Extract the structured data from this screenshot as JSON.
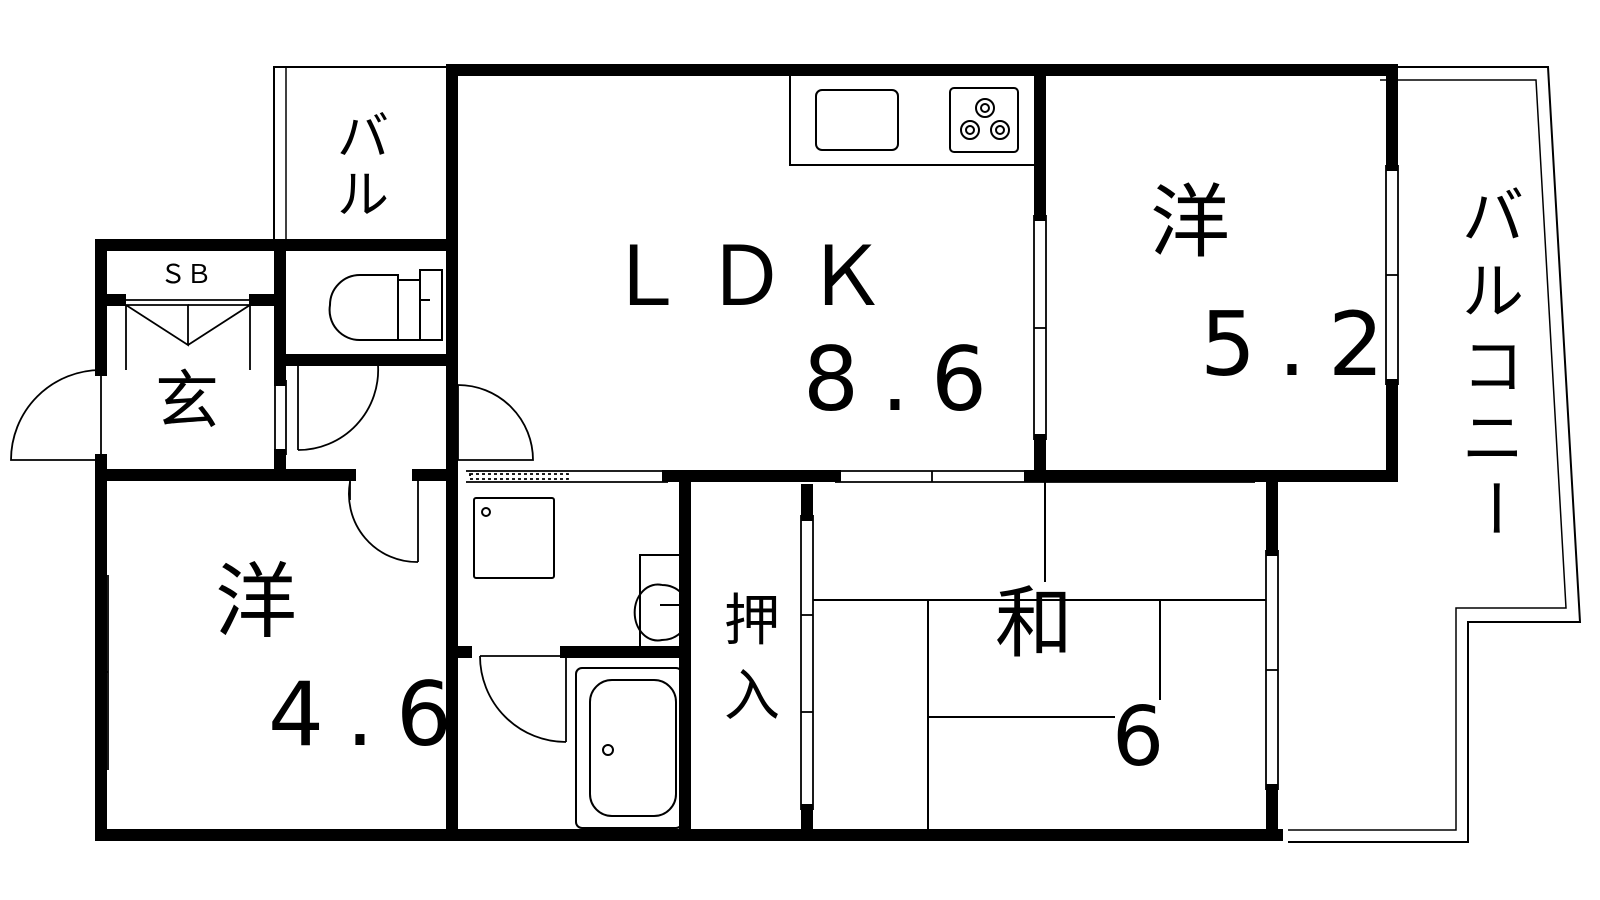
{
  "floor_plan": {
    "rooms": {
      "ldk": {
        "label": "ＬＤＫ",
        "size": "8.6"
      },
      "western_east": {
        "label": "洋",
        "size": "5.2"
      },
      "western_west": {
        "label": "洋",
        "size": "4.6"
      },
      "japanese": {
        "label": "和",
        "size": "6"
      },
      "entrance": {
        "label": "玄"
      },
      "shoe_box": {
        "label": "ＳＢ"
      },
      "closet": {
        "label_top": "押",
        "label_bottom": "入"
      },
      "balcony_small": {
        "label_top": "バ",
        "label_bottom": "ル"
      },
      "balcony_large": {
        "chars": [
          "バ",
          "ル",
          "コ",
          "ニ",
          "ー"
        ]
      }
    },
    "colors": {
      "wall": "#000000",
      "background": "#ffffff"
    }
  }
}
